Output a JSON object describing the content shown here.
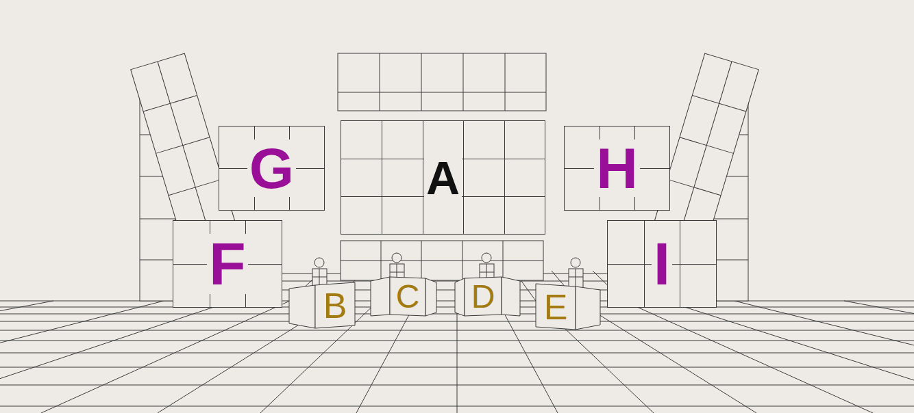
{
  "diagram": {
    "nodes": [
      {
        "text": [
          "G"
        ]
      },
      {
        "text": [
          "A"
        ]
      },
      {
        "text": [
          "H"
        ]
      },
      {
        "text": [
          "F"
        ]
      },
      {
        "text": [
          "B"
        ]
      },
      {
        "text": [
          "C"
        ]
      },
      {
        "text": [
          "D"
        ]
      },
      {
        "text": [
          "E"
        ]
      },
      {
        "text": [
          "I"
        ]
      }
    ]
  }
}
